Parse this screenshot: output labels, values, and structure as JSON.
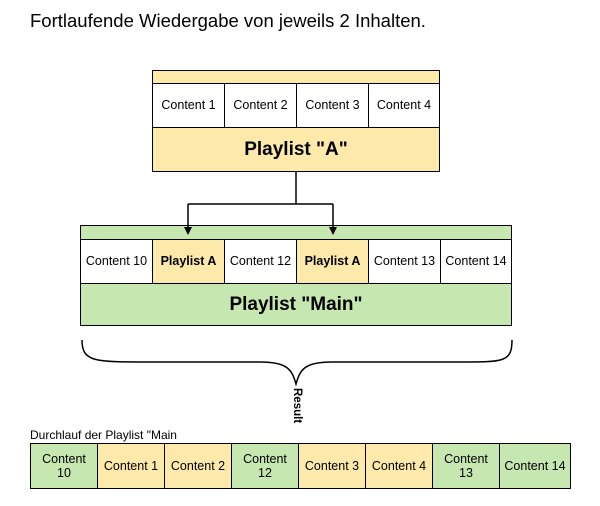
{
  "title": "Fortlaufende Wiedergabe von jeweils 2 Inhalten.",
  "colors": {
    "yellow": "#fde9a9",
    "green": "#c6e7b0",
    "white": "#ffffff",
    "stroke": "#000000"
  },
  "playlist_a": {
    "label": "Playlist \"A\"",
    "items": [
      "Content 1",
      "Content 2",
      "Content 3",
      "Content 4"
    ]
  },
  "playlist_main": {
    "label": "Playlist \"Main\"",
    "items": [
      {
        "text": "Content 10",
        "type": "content"
      },
      {
        "text": "Playlist A",
        "type": "playlist"
      },
      {
        "text": "Content 12",
        "type": "content"
      },
      {
        "text": "Playlist A",
        "type": "playlist"
      },
      {
        "text": "Content 13",
        "type": "content"
      },
      {
        "text": "Content 14",
        "type": "content"
      }
    ]
  },
  "result_label": "Result",
  "sequence_caption": "Durchlauf der Playlist \"Main",
  "sequence": [
    {
      "text": "Content 10",
      "color": "green"
    },
    {
      "text": "Content 1",
      "color": "yellow"
    },
    {
      "text": "Content 2",
      "color": "yellow"
    },
    {
      "text": "Content 12",
      "color": "green"
    },
    {
      "text": "Content 3",
      "color": "yellow"
    },
    {
      "text": "Content 4",
      "color": "yellow"
    },
    {
      "text": "Content 13",
      "color": "green"
    },
    {
      "text": "Content 14",
      "color": "green"
    }
  ]
}
